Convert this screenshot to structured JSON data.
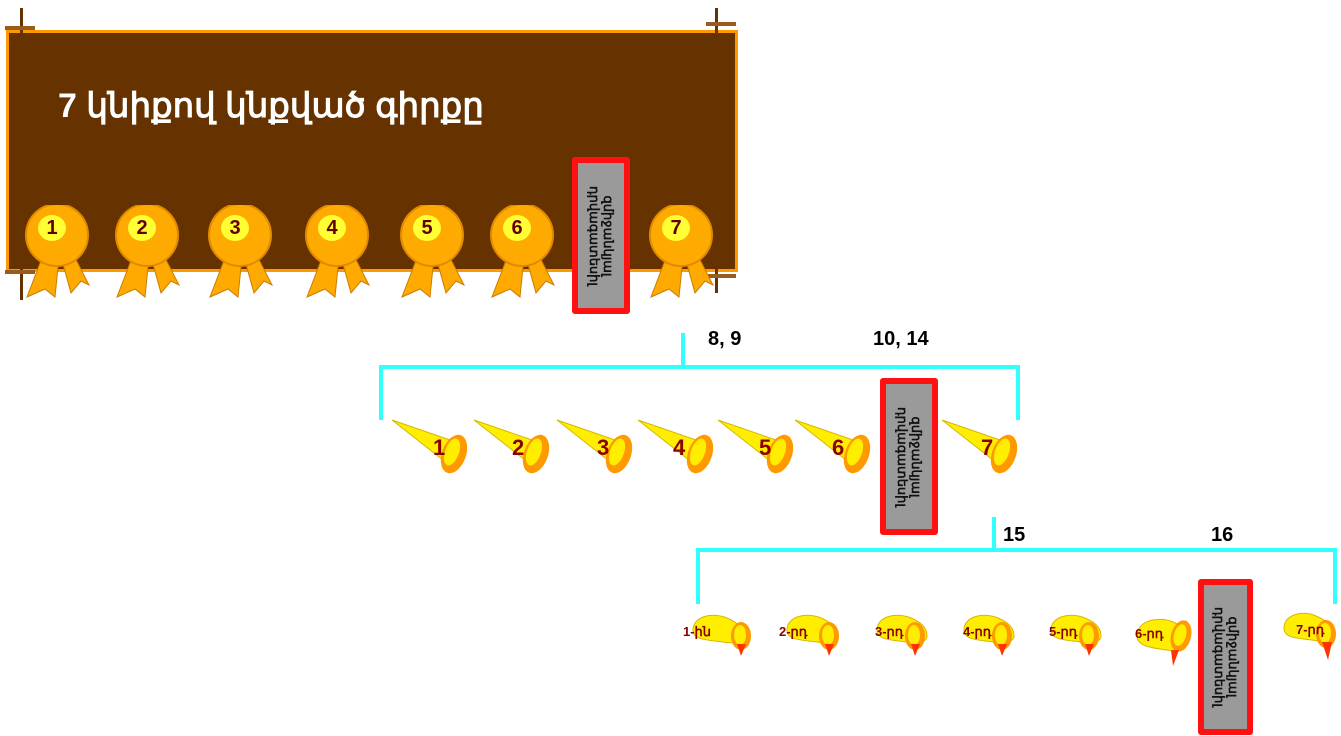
{
  "title": "7 կնիքով կնքված գիրքը",
  "side_card": "զմիջանկյալ\nդրվագատեսիլ",
  "seals": [
    "1",
    "2",
    "3",
    "4",
    "5",
    "6",
    "7"
  ],
  "trumpets": [
    "1",
    "2",
    "3",
    "4",
    "5",
    "6",
    "7"
  ],
  "bowls": [
    "1-ին",
    "2-րդ",
    "3-րդ",
    "4-րդ",
    "5-րդ",
    "6-րդ",
    "7-րդ"
  ],
  "markers": {
    "m1": "8, 9",
    "m2": "10, 14",
    "m3": "15",
    "m4": "16"
  },
  "colors": {
    "board": "#663300",
    "board_border": "#ff9900",
    "bracket": "#33ffff",
    "card_border": "#ff1111",
    "card_fill": "#9a9a9a",
    "seal": "#ffaa00",
    "trumpet": "#ffee00"
  }
}
